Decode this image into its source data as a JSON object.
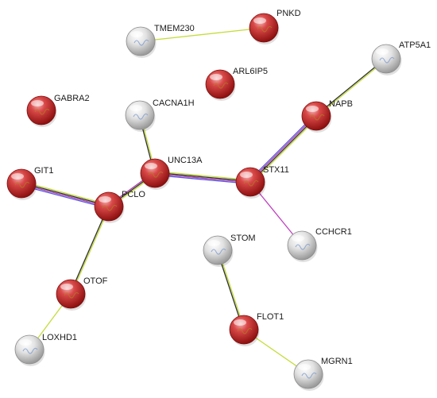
{
  "network": {
    "nodes": [
      {
        "id": "TMEM230",
        "label": "TMEM230",
        "color": "#cccccc"
      },
      {
        "id": "PNKD",
        "label": "PNKD",
        "color": "#cc2a2a"
      },
      {
        "id": "ATP5A1",
        "label": "ATP5A1",
        "color": "#cccccc"
      },
      {
        "id": "ARL6IP5",
        "label": "ARL6IP5",
        "color": "#cc2a2a"
      },
      {
        "id": "GABRA2",
        "label": "GABRA2",
        "color": "#cc2a2a"
      },
      {
        "id": "CACNA1H",
        "label": "CACNA1H",
        "color": "#cccccc"
      },
      {
        "id": "NAPB",
        "label": "NAPB",
        "color": "#cc2a2a"
      },
      {
        "id": "GIT1",
        "label": "GIT1",
        "color": "#cc2a2a"
      },
      {
        "id": "UNC13A",
        "label": "UNC13A",
        "color": "#cc2a2a"
      },
      {
        "id": "STX11",
        "label": "STX11",
        "color": "#cc2a2a"
      },
      {
        "id": "PCLO",
        "label": "PCLO",
        "color": "#cc2a2a"
      },
      {
        "id": "CCHCR1",
        "label": "CCHCR1",
        "color": "#cccccc"
      },
      {
        "id": "STOM",
        "label": "STOM",
        "color": "#cccccc"
      },
      {
        "id": "OTOF",
        "label": "OTOF",
        "color": "#cc2a2a"
      },
      {
        "id": "FLOT1",
        "label": "FLOT1",
        "color": "#cc2a2a"
      },
      {
        "id": "LOXHD1",
        "label": "LOXHD1",
        "color": "#cccccc"
      },
      {
        "id": "MGRN1",
        "label": "MGRN1",
        "color": "#cccccc"
      }
    ],
    "edges": [
      {
        "source": "TMEM230",
        "target": "PNKD",
        "colors": [
          "#c6dc3c"
        ]
      },
      {
        "source": "ATP5A1",
        "target": "NAPB",
        "colors": [
          "#c6dc3c",
          "#303030"
        ]
      },
      {
        "source": "CACNA1H",
        "target": "UNC13A",
        "colors": [
          "#c6dc3c",
          "#303030"
        ]
      },
      {
        "source": "NAPB",
        "target": "STX11",
        "colors": [
          "#c6dc3c",
          "#303030",
          "#b040b0",
          "#5a5ae0"
        ]
      },
      {
        "source": "UNC13A",
        "target": "STX11",
        "colors": [
          "#c6dc3c",
          "#303030",
          "#b040b0",
          "#5a5ae0"
        ]
      },
      {
        "source": "UNC13A",
        "target": "PCLO",
        "colors": [
          "#c6dc3c",
          "#303030",
          "#b040b0"
        ]
      },
      {
        "source": "GIT1",
        "target": "PCLO",
        "colors": [
          "#c6dc3c",
          "#303030",
          "#b040b0",
          "#5a5ae0"
        ]
      },
      {
        "source": "STX11",
        "target": "CCHCR1",
        "colors": [
          "#c040c0"
        ]
      },
      {
        "source": "PCLO",
        "target": "OTOF",
        "colors": [
          "#c6dc3c",
          "#303030"
        ]
      },
      {
        "source": "OTOF",
        "target": "LOXHD1",
        "colors": [
          "#c6dc3c"
        ]
      },
      {
        "source": "STOM",
        "target": "FLOT1",
        "colors": [
          "#c6dc3c",
          "#303030"
        ]
      },
      {
        "source": "FLOT1",
        "target": "MGRN1",
        "colors": [
          "#c6dc3c"
        ]
      }
    ]
  }
}
